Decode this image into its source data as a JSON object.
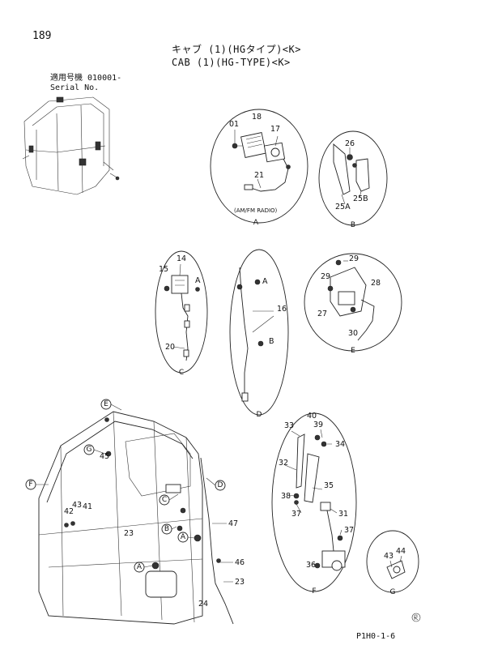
{
  "header": {
    "page_number": "189",
    "title_jp": "キャブ (1)(HGタイプ)<K>",
    "title_en": "CAB (1)(HG-TYPE)<K>",
    "serial_label_jp": "適用号機 010001-",
    "serial_label_en": "Serial No."
  },
  "footer": {
    "code": "P1H0-1-6"
  },
  "details": {
    "A": {
      "letter": "A",
      "caption": "(AM/FM RADIO)",
      "parts": [
        "01",
        "18",
        "17",
        "21"
      ]
    },
    "B": {
      "letter": "B",
      "parts": [
        "26",
        "25A",
        "25B"
      ]
    },
    "C": {
      "letter": "C",
      "parts": [
        "14",
        "15",
        "20"
      ],
      "ref": "A"
    },
    "D": {
      "letter": "D",
      "parts": [
        "16"
      ],
      "refs": [
        "A",
        "B"
      ]
    },
    "E": {
      "letter": "E",
      "parts": [
        "29",
        "29",
        "28",
        "27",
        "30"
      ]
    },
    "F": {
      "letter": "F",
      "parts": [
        "40",
        "33",
        "39",
        "34",
        "32",
        "35",
        "38",
        "37",
        "31",
        "37",
        "36"
      ]
    },
    "G": {
      "letter": "G",
      "parts": [
        "43",
        "44"
      ]
    }
  },
  "main_view": {
    "callout_letters": [
      "E",
      "G",
      "F",
      "C",
      "D",
      "B",
      "A",
      "A"
    ],
    "parts": [
      "45",
      "42",
      "43",
      "41",
      "23",
      "47",
      "46",
      "23",
      "24"
    ]
  }
}
